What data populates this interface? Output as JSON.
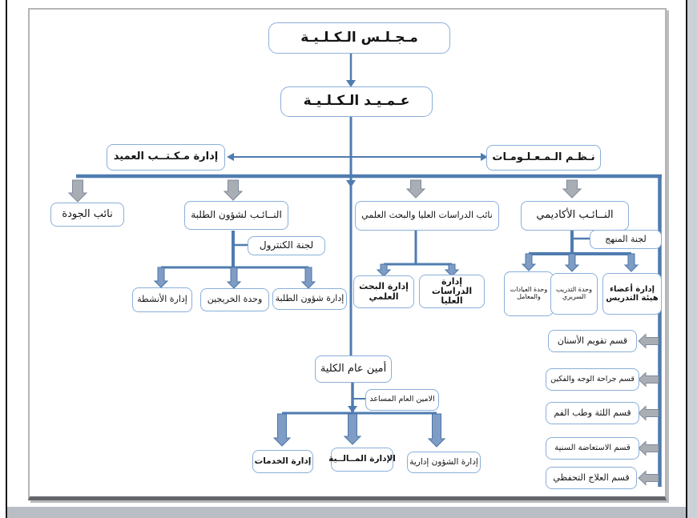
{
  "document": {
    "type": "organizational-chart",
    "language": "arabic"
  },
  "colors": {
    "line_blue": "#4f7cb0",
    "box_border": "#8aafd9",
    "arrow_gray_fill": "#a9aeb4",
    "arrow_gray_stroke": "#7d8a9c",
    "arrow_blue_fill": "#7f9cc4",
    "arrow_blue_stroke": "#4a76a8",
    "page_chrome_gray": "#b9bec5",
    "text": "#141414"
  },
  "nodes": {
    "council": {
      "label": "مـجـلـس الـكـلـيـة"
    },
    "dean": {
      "label": "عـمـيـد الـكـلـيـة"
    },
    "dean_office": {
      "label": "إدارة مـكـتــب العميد"
    },
    "info_systems": {
      "label": "نـظـم الـمـعـلـومـات"
    },
    "quality_deputy": {
      "label": "نائب الجودة"
    },
    "students_deputy": {
      "label": "النــائـب لشؤون الطلبة"
    },
    "control_committee": {
      "label": "لجنة الكنترول"
    },
    "activities_admin": {
      "label": "إدارة الأنشطة"
    },
    "graduates_unit": {
      "label": "وحدة الخريجين"
    },
    "student_affairs_admin": {
      "label": "إدارة شؤون الطلبة"
    },
    "grad_research_deputy": {
      "label": "نائب الدراسات العليا والبحث العلمي"
    },
    "research_admin": {
      "label": "إدارة البحث العلمي"
    },
    "grad_studies_admin": {
      "label": "إدارة الدراسات العليا"
    },
    "academic_deputy": {
      "label": "النــائـب الأكاديمي"
    },
    "curriculum_committee": {
      "label": "لجنة المنهج"
    },
    "clinics_labs_unit": {
      "label": "وحدة العيادات والمعامل"
    },
    "clinical_training_unit": {
      "label": "وحدة التدريب السريري"
    },
    "faculty_members_admin": {
      "label": "إدارة أعضاء هيئة التدريس"
    },
    "secretary_general": {
      "label": "أمين عام الكلية"
    },
    "assistant_secretary": {
      "label": "الامين العام المساعد"
    },
    "services_admin": {
      "label": "إدارة الخدمات"
    },
    "financial_admin": {
      "label": "الإدارة المــالــية"
    },
    "administrative_affairs_admin": {
      "label": "إدارة الشؤون إدارية"
    },
    "dept_orthodontics": {
      "label": "قسم تقويم الأسنان"
    },
    "dept_maxillofacial_surgery": {
      "label": "قسم جراحة الوجه والفكين"
    },
    "dept_perio_oral_medicine": {
      "label": "قسم اللثة وطب الفم"
    },
    "dept_prosthodontics": {
      "label": "قسم الاستعاضة السنية"
    },
    "dept_conservative_treatment": {
      "label": "قسم العلاج التحفظي"
    }
  }
}
